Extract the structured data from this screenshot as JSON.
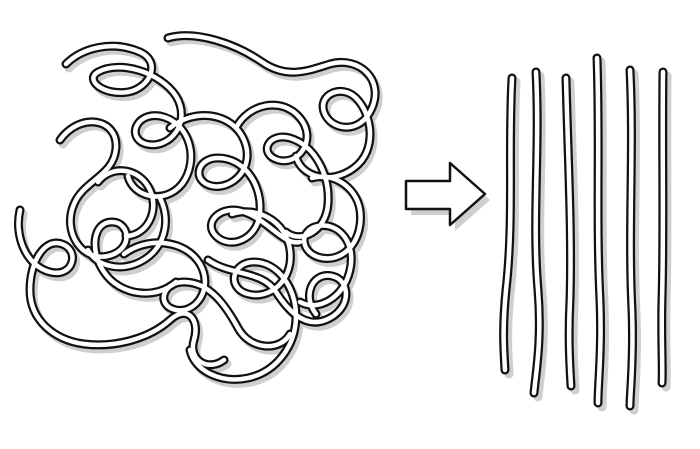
{
  "scene": {
    "background_color": "#ffffff",
    "ink_color": "#111111",
    "shadow_color": "#cfcfcf",
    "fill_color": "#ffffff",
    "left_group": "tangled-noodles",
    "middle_symbol": "right-arrow-icon",
    "right_group": "straight-noodles",
    "straight_noodle_count": 6
  }
}
